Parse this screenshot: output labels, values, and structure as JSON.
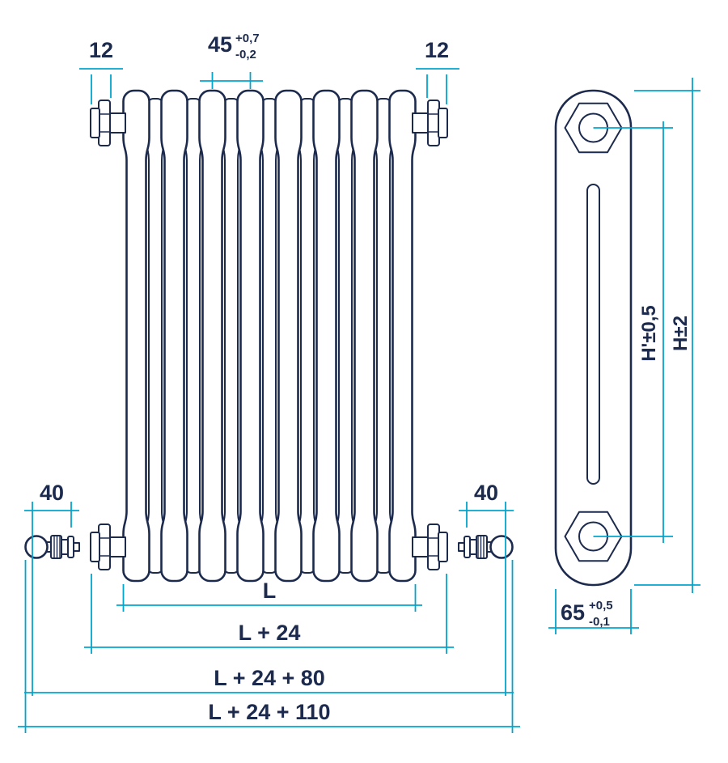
{
  "colors": {
    "dimension": "#00a6ce",
    "ink": "#1c2a4d",
    "background": "#ffffff"
  },
  "front_view": {
    "column_count": 8,
    "dims": {
      "plug_left": "12",
      "plug_right": "12",
      "pitch_value": "45",
      "pitch_tol_plus": "+0,7",
      "pitch_tol_minus": "-0,2",
      "valve_left": "40",
      "valve_right": "40",
      "length": "L",
      "length_24": "L + 24",
      "length_24_80": "L + 24 + 80",
      "length_24_110": "L + 24 + 110"
    }
  },
  "side_view": {
    "dims": {
      "pitch_height": "H'±0,5",
      "overall_height": "H±2",
      "depth_value": "65",
      "depth_tol_plus": "+0,5",
      "depth_tol_minus": "-0,1"
    }
  }
}
